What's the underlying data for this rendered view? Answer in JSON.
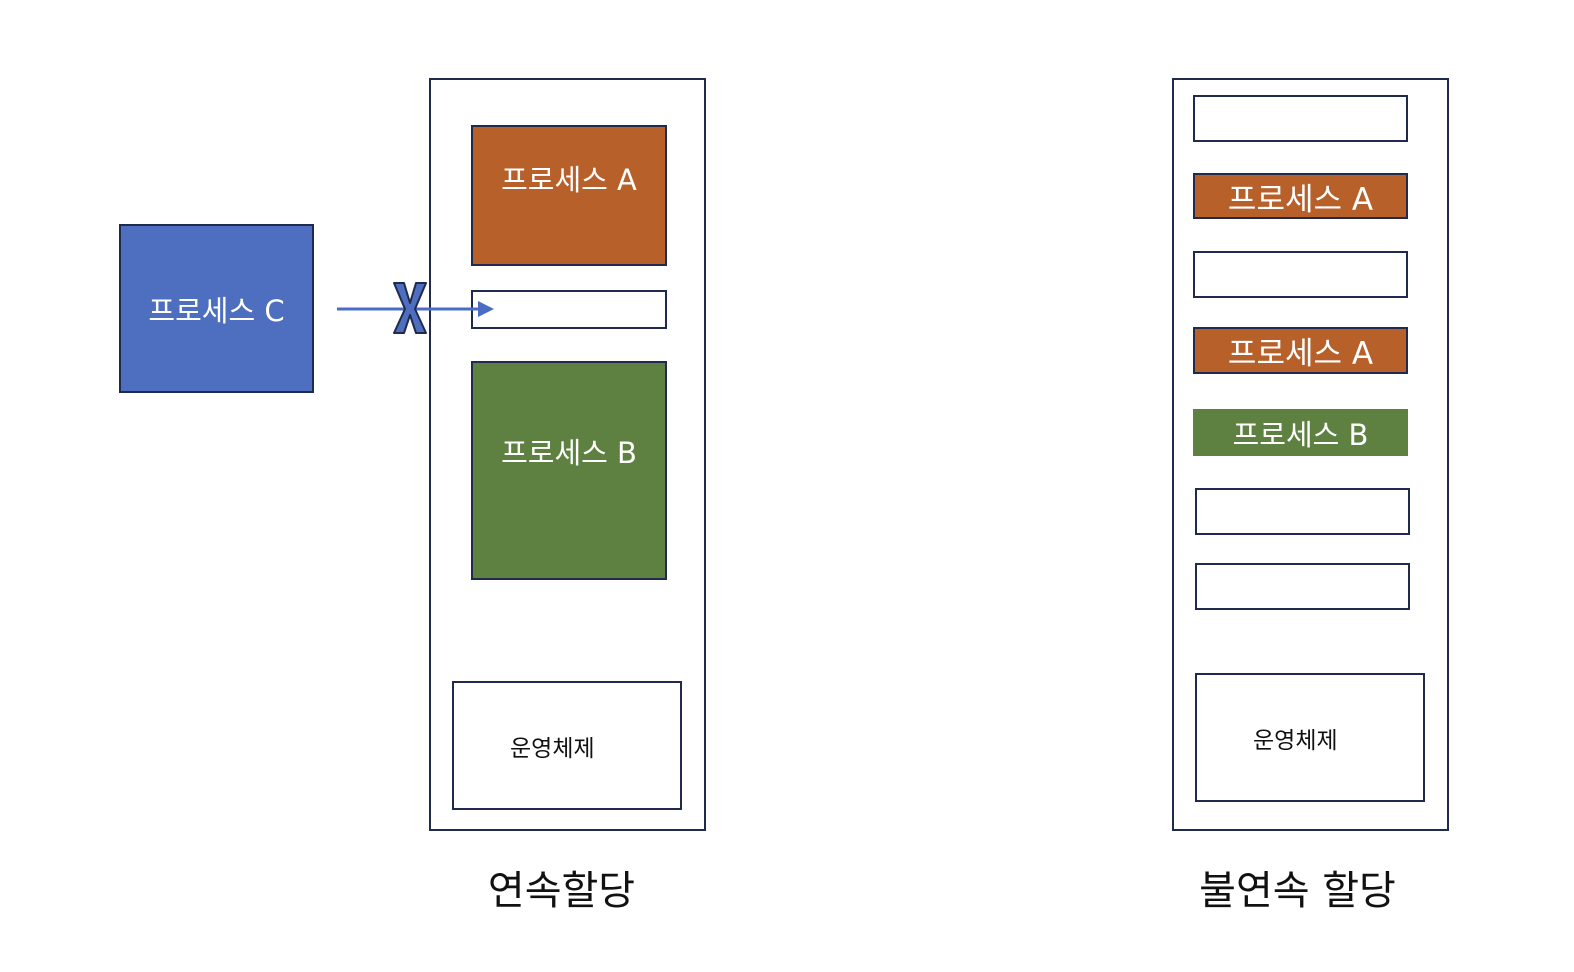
{
  "colors": {
    "process_a": "#b8602a",
    "process_b": "#5e8040",
    "process_c": "#4e6fbf",
    "border": "#1f2a4d",
    "arrow": "#4a6cc4"
  },
  "contiguous": {
    "caption": "연속할당",
    "process_a": "프로세스 A",
    "process_b": "프로세스 B",
    "os": "운영체제"
  },
  "incoming": {
    "process_c": "프로세스 C",
    "blocked_marker": "X"
  },
  "noncontiguous": {
    "caption": "불연속 할당",
    "blocks": [
      "프로세스 A",
      "프로세스 A",
      "프로세스 B"
    ],
    "os": "운영체제"
  }
}
